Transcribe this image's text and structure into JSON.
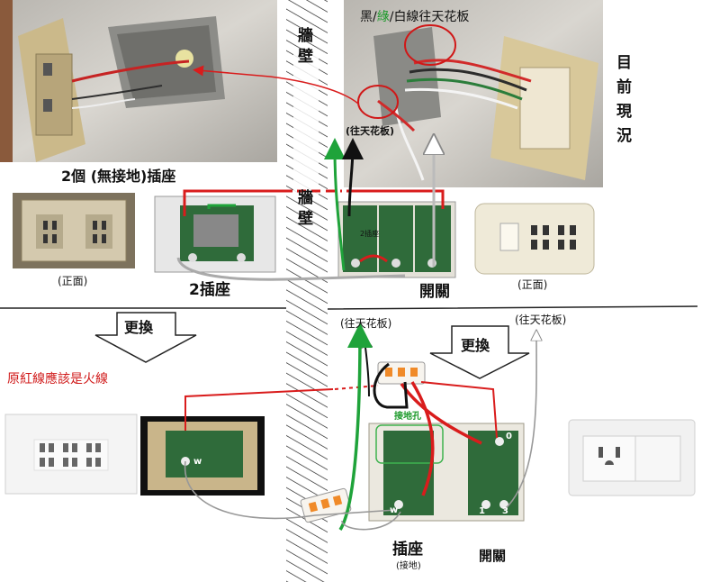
{
  "labels": {
    "wall_top": "牆壁",
    "wall_mid": "牆壁",
    "current_status": "目前現況",
    "wires_to_ceiling_black": "黑",
    "wires_to_ceiling_sep1": "/",
    "wires_to_ceiling_green": "綠",
    "wires_to_ceiling_sep2": "/",
    "wires_to_ceiling_rest": "白線往天花板",
    "to_ceiling_1": "(往天花板)",
    "to_ceiling_2": "(往天花板)",
    "to_ceiling_3": "(往天花板)",
    "two_outlets_no_ground": "2個 (無接地)插座",
    "front_left": "(正面)",
    "front_right": "(正面)",
    "two_outlet": "2插座",
    "switch_top": "開關",
    "replace_left": "更換",
    "replace_right": "更換",
    "red_is_live": "原紅線應該是火線",
    "ground_hole": "接地孔",
    "outlet_bottom": "插座",
    "outlet_grounded": "(接地)",
    "switch_bottom": "開關",
    "two_label_small": "2插座",
    "terminal_w1": "w",
    "terminal_w2": "w",
    "terminal_0": "0",
    "terminal_1": "1",
    "terminal_3": "3"
  },
  "colors": {
    "live_wire": "#d91c1c",
    "ground_wire": "#1fa33a",
    "neutral_wire": "#ffffff",
    "black_wire": "#111111",
    "module_green": "#2f6b3a",
    "wall_hatch": "#222222",
    "wago_orange": "#f08a28"
  }
}
